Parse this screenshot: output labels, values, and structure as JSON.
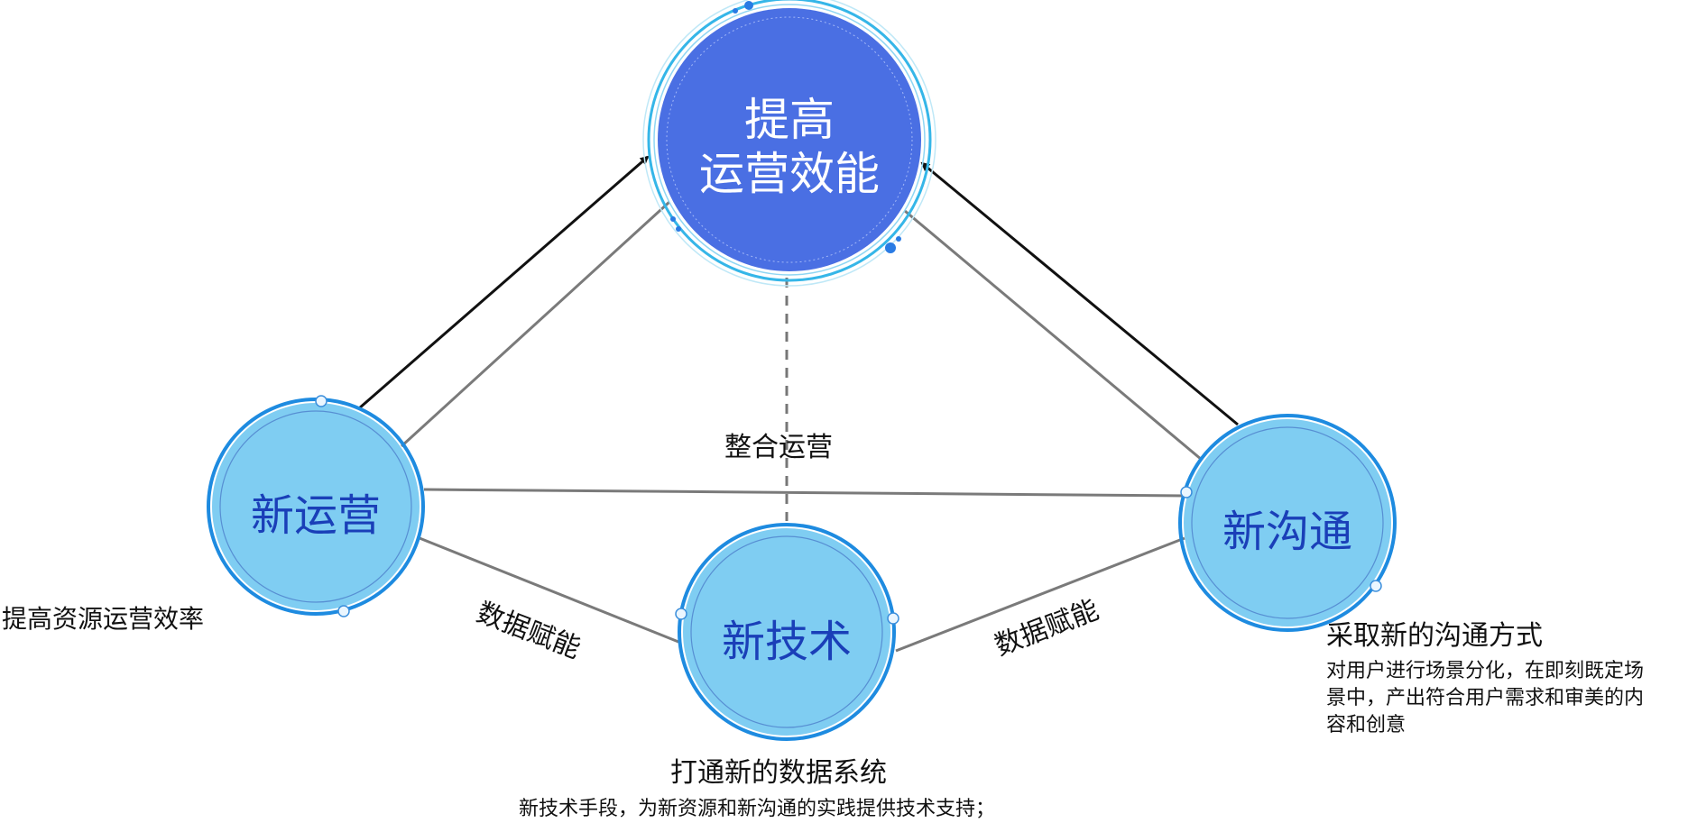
{
  "center": {
    "line1": "提高",
    "line2": "运营效能"
  },
  "nodes": {
    "ops": {
      "label": "新运营",
      "desc": "提高资源运营效率"
    },
    "tech": {
      "label": "新技术",
      "desc_title": "打通新的数据系统",
      "desc_body": "新技术手段，为新资源和新沟通的实践提供技术支持；"
    },
    "comm": {
      "label": "新沟通",
      "desc_title": "采取新的沟通方式",
      "desc_line1": "对用户进行场景分化，在即刻既定场",
      "desc_line2": "景中，产出符合用户需求和审美的内",
      "desc_line3": "容和创意"
    }
  },
  "edges": {
    "integrate": "整合运营",
    "data_left": "数据赋能",
    "data_right": "数据赋能"
  },
  "colors": {
    "center_fill": "#4a6fe3",
    "center_ring": "#35b6e8",
    "node_fill": "#7fcdf2",
    "node_ring": "#1e8be0",
    "node_text": "#1a3fb8",
    "line": "#7a7a7a",
    "arrow": "#111111"
  }
}
